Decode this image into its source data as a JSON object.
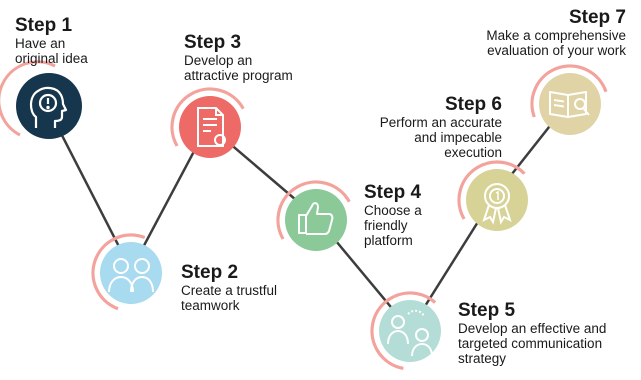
{
  "colors": {
    "line": "#3d3d3d",
    "ring": "#f3a29c",
    "step1": "#16364d",
    "step2": "#a8daf0",
    "step3": "#ee6a67",
    "step4": "#8cc999",
    "step5": "#b3ddd6",
    "step6": "#d7d397",
    "step7": "#e0d3a6"
  },
  "steps": [
    {
      "title": "Step 1",
      "desc": "Have an\noriginal idea",
      "icon": "head-exclamation-icon"
    },
    {
      "title": "Step 2",
      "desc": "Create a trustful\nteamwork",
      "icon": "team-people-icon"
    },
    {
      "title": "Step 3",
      "desc": "Develop an\nattractive program",
      "icon": "certificate-document-icon"
    },
    {
      "title": "Step 4",
      "desc": "Choose a\nfriendly\nplatform",
      "icon": "thumbs-up-icon"
    },
    {
      "title": "Step 5",
      "desc": "Develop an effective and\ntargeted communication\nstrategy",
      "icon": "communication-people-icon"
    },
    {
      "title": "Step 6",
      "desc": "Perform an accurate\nand impecable\nexecution",
      "icon": "award-ribbon-icon"
    },
    {
      "title": "Step 7",
      "desc": "Make a comprehensive\nevaluation of your work",
      "icon": "book-magnifier-icon"
    }
  ]
}
